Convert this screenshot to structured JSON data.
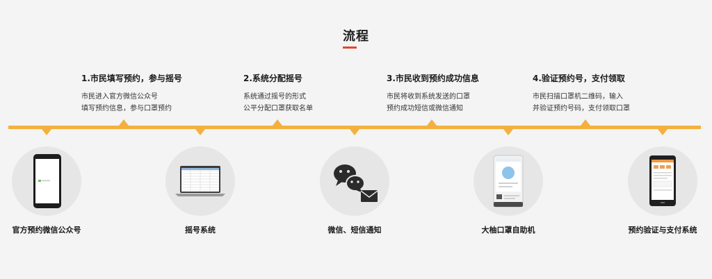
{
  "section": {
    "title": "流程"
  },
  "steps": [
    {
      "title": "1.市民填写预约，参与摇号",
      "desc_line1": "市民进入官方微信公众号",
      "desc_line2": "填写预约信息，参与口罩预约"
    },
    {
      "title": "2.系统分配摇号",
      "desc_line1": "系统通过摇号的形式",
      "desc_line2": "公平分配口罩获取名单"
    },
    {
      "title": "3.市民收到预约成功信息",
      "desc_line1": "市民将收到系统发送的口罩",
      "desc_line2": "预约成功短信或微信通知"
    },
    {
      "title": "4.验证预约号，支付领取",
      "desc_line1": "市民扫描口罩机二维码，输入",
      "desc_line2": "并验证预约号码，支付领取口罩"
    }
  ],
  "nodes": [
    {
      "label": "官方预约微信公众号",
      "icon": "phone-icon"
    },
    {
      "label": "摇号系统",
      "icon": "laptop-icon"
    },
    {
      "label": "微信、短信通知",
      "icon": "wechat-message-icon"
    },
    {
      "label": "大柚口罩自助机",
      "icon": "kiosk-icon"
    },
    {
      "label": "预约验证与支付系统",
      "icon": "tablet-icon"
    }
  ],
  "colors": {
    "background": "#f4f4f4",
    "timeline": "#f4b03e",
    "accent_underline": "#e2472b",
    "circle": "#e6e6e6"
  }
}
